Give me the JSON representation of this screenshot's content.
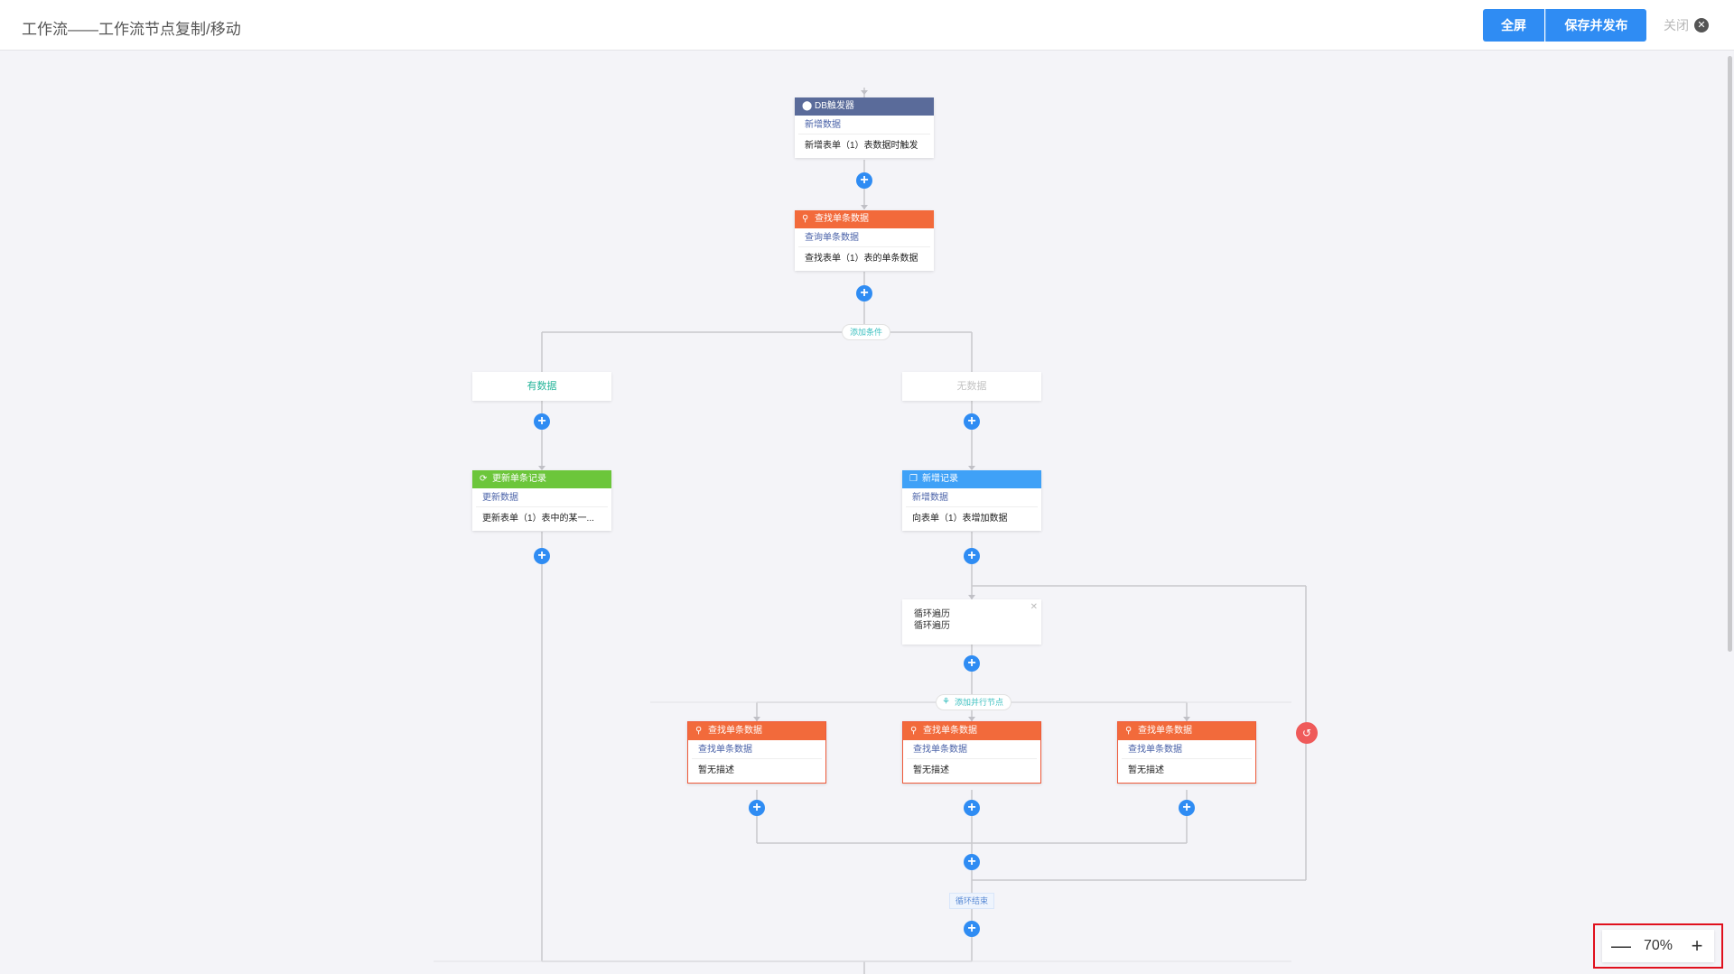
{
  "header": {
    "title": "工作流——工作流节点复制/移动",
    "fullscreen_label": "全屏",
    "save_publish_label": "保存并发布",
    "close_label": "关闭"
  },
  "colors": {
    "primary": "#2f8cf3",
    "trigger": "#5a6b9a",
    "query": "#f26a3b",
    "update": "#6cc63b",
    "add": "#3fa1f7"
  },
  "nodes": {
    "trigger": {
      "title": "DB触发器",
      "sub": "新增数据",
      "desc": "新增表单（1）表数据时触发",
      "icon": "location-icon"
    },
    "find1": {
      "title": "查找单条数据",
      "sub": "查询单条数据",
      "desc": "查找表单（1）表的单条数据",
      "icon": "search-icon"
    },
    "update": {
      "title": "更新单条记录",
      "sub": "更新数据",
      "desc": "更新表单（1）表中的某一...",
      "icon": "refresh-icon"
    },
    "addrec": {
      "title": "新增记录",
      "sub": "新增数据",
      "desc": "向表单（1）表增加数据",
      "icon": "copy-icon"
    },
    "p1": {
      "title": "查找单条数据",
      "sub": "查找单条数据",
      "desc": "暂无描述"
    },
    "p2": {
      "title": "查找单条数据",
      "sub": "查找单条数据",
      "desc": "暂无描述"
    },
    "p3": {
      "title": "查找单条数据",
      "sub": "查找单条数据",
      "desc": "暂无描述"
    }
  },
  "branches": {
    "add_condition": "添加条件",
    "has_data": "有数据",
    "no_data": "无数据"
  },
  "loop": {
    "line1": "循环遍历",
    "line2": "循环遍历",
    "add_parallel": "添加并行节点",
    "end_label": "循环结束"
  },
  "zoom": {
    "minus": "—",
    "value": "70%",
    "plus": "+"
  }
}
